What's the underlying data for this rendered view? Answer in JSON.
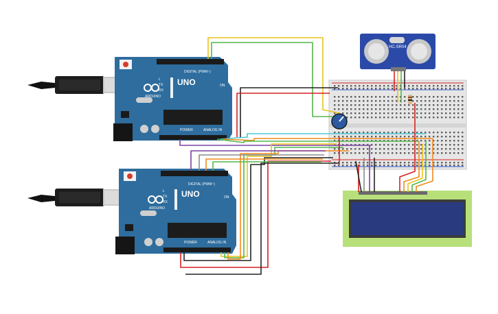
{
  "boards": {
    "top": {
      "brand": "ARDUINO",
      "model": "UNO",
      "digital_label": "DIGITAL (PWM~)",
      "power_label": "POWER",
      "analog_label": "ANALOG IN",
      "tx_label": "TX",
      "rx_label": "RX",
      "l_label": "L",
      "on_label": "ON"
    },
    "bottom": {
      "brand": "ARDUINO",
      "model": "UNO",
      "digital_label": "DIGITAL (PWM~)",
      "power_label": "POWER",
      "analog_label": "ANALOG IN",
      "tx_label": "TX",
      "rx_label": "RX",
      "l_label": "L",
      "on_label": "ON"
    }
  },
  "sensor": {
    "model": "HC-SR04"
  },
  "colors": {
    "board": "#2e6d9e",
    "breadboard": "#e6e6e6",
    "lcd_pcb": "#b7e07a",
    "lcd_screen": "#2a3a7e",
    "sensor_pcb": "#2b4aa8",
    "wire_red": "#d62020",
    "wire_black": "#222222",
    "wire_yellow": "#e8c41a",
    "wire_green": "#52b64a",
    "wire_orange": "#f08a1a",
    "wire_purple": "#7b3fa0",
    "wire_cyan": "#48c8d8",
    "wire_gray": "#8a8a8a"
  }
}
